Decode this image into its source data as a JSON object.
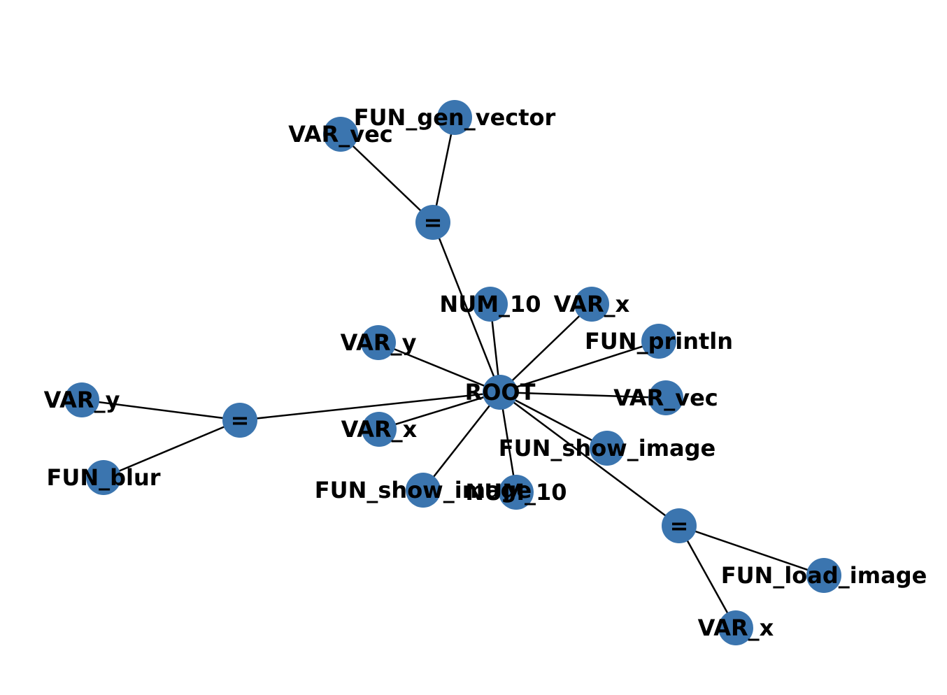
{
  "colors": {
    "node": "#3b75af",
    "edge": "#000000",
    "label": "#000000"
  },
  "graph": {
    "nodes": [
      {
        "id": "root",
        "label": "ROOT"
      },
      {
        "id": "eq_top",
        "label": "="
      },
      {
        "id": "var_vec_a",
        "label": "VAR_vec"
      },
      {
        "id": "fun_gen",
        "label": "FUN_gen_vector"
      },
      {
        "id": "num10_a",
        "label": "NUM_10"
      },
      {
        "id": "var_x_a",
        "label": "VAR_x"
      },
      {
        "id": "var_y_a",
        "label": "VAR_y"
      },
      {
        "id": "fun_println",
        "label": "FUN_println"
      },
      {
        "id": "var_vec_b",
        "label": "VAR_vec"
      },
      {
        "id": "fun_show_a",
        "label": "FUN_show_image"
      },
      {
        "id": "var_x_b",
        "label": "VAR_x"
      },
      {
        "id": "fun_show_b",
        "label": "FUN_show_image"
      },
      {
        "id": "num10_b",
        "label": "NUM_10"
      },
      {
        "id": "eq_left",
        "label": "="
      },
      {
        "id": "var_y_b",
        "label": "VAR_y"
      },
      {
        "id": "fun_blur",
        "label": "FUN_blur"
      },
      {
        "id": "eq_right",
        "label": "="
      },
      {
        "id": "fun_load",
        "label": "FUN_load_image"
      },
      {
        "id": "var_x_c",
        "label": "VAR_x"
      }
    ],
    "edges": [
      [
        "root",
        "eq_top"
      ],
      [
        "eq_top",
        "var_vec_a"
      ],
      [
        "eq_top",
        "fun_gen"
      ],
      [
        "root",
        "num10_a"
      ],
      [
        "root",
        "var_x_a"
      ],
      [
        "root",
        "var_y_a"
      ],
      [
        "root",
        "fun_println"
      ],
      [
        "root",
        "var_vec_b"
      ],
      [
        "root",
        "fun_show_a"
      ],
      [
        "root",
        "var_x_b"
      ],
      [
        "root",
        "fun_show_b"
      ],
      [
        "root",
        "num10_b"
      ],
      [
        "root",
        "eq_left"
      ],
      [
        "eq_left",
        "var_y_b"
      ],
      [
        "eq_left",
        "fun_blur"
      ],
      [
        "root",
        "eq_right"
      ],
      [
        "eq_right",
        "fun_load"
      ],
      [
        "eq_right",
        "var_x_c"
      ]
    ]
  }
}
